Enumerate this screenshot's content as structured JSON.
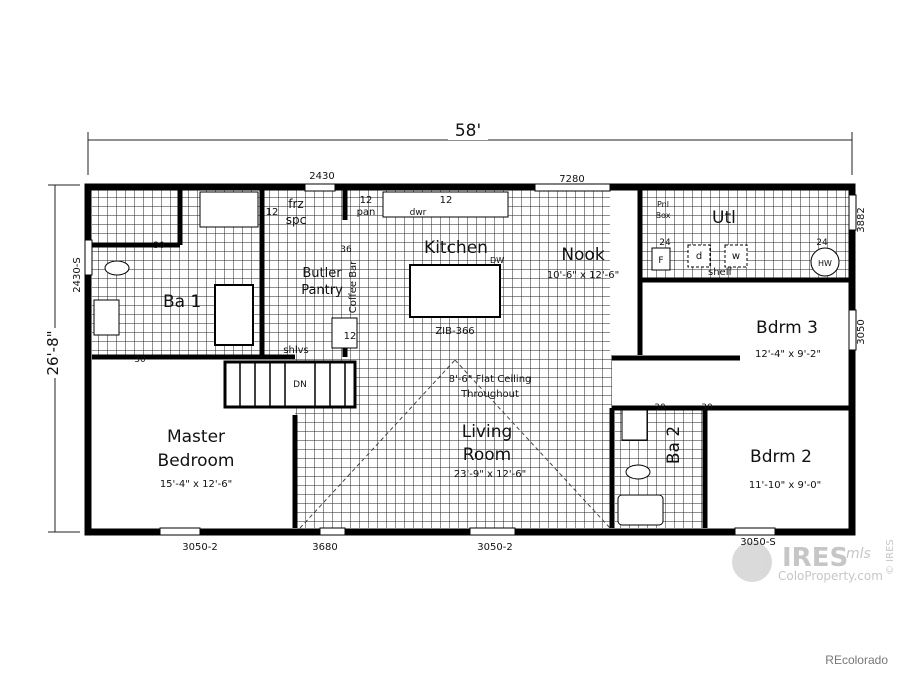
{
  "plan": {
    "overall_width": "58'",
    "overall_depth": "26'-8\"",
    "windows": {
      "top_left": "2430",
      "top_mid": "7280",
      "left": "2430-S",
      "right_top": "3882",
      "right_mid": "3050",
      "bottom_master": "3050-2",
      "bottom_door": "3680",
      "bottom_living": "3050-2",
      "bottom_bdrm2": "3050-S"
    },
    "rooms": {
      "ba1": "Ba 1",
      "butler": "Butler",
      "pantry": "Pantry",
      "coffee_bar": "Coffee Bar",
      "kitchen": "Kitchen",
      "island": "ZIB-366",
      "dw": "DW",
      "nook": "Nook",
      "nook_size": "10'-6\" x 12'-6\"",
      "utl": "Utl",
      "pnl": "Pnl",
      "box": "Box",
      "bdrm3": "Bdrm 3",
      "bdrm3_size": "12'-4\" x 9'-2\"",
      "master1": "Master",
      "master2": "Bedroom",
      "master_size": "15'-4\" x 12'-6\"",
      "living1": "Living",
      "living2": "Room",
      "living_size": "23'-9\" x 12'-6\"",
      "ceiling1": "8'-6\" Flat Ceiling",
      "ceiling2": "Throughout",
      "ba2": "Ba 2",
      "bdrm2": "Bdrm 2",
      "bdrm2_size": "11'-10\" x 9'-0\""
    },
    "fixtures": {
      "frz": "frz",
      "spc": "spc",
      "twelve": "12",
      "pan": "pan",
      "dwr": "dwr",
      "shlvs": "shlvs",
      "dn": "DN",
      "d": "d",
      "w": "w",
      "f": "F",
      "shelf": "shelf",
      "hw": "HW",
      "d30": "30",
      "d36": "36",
      "d24": "24"
    }
  },
  "watermark": {
    "brand": "IRES",
    "mls": "mls",
    "site": "ColoProperty.com",
    "copyright": "© IRES"
  },
  "credit": "REcolorado"
}
